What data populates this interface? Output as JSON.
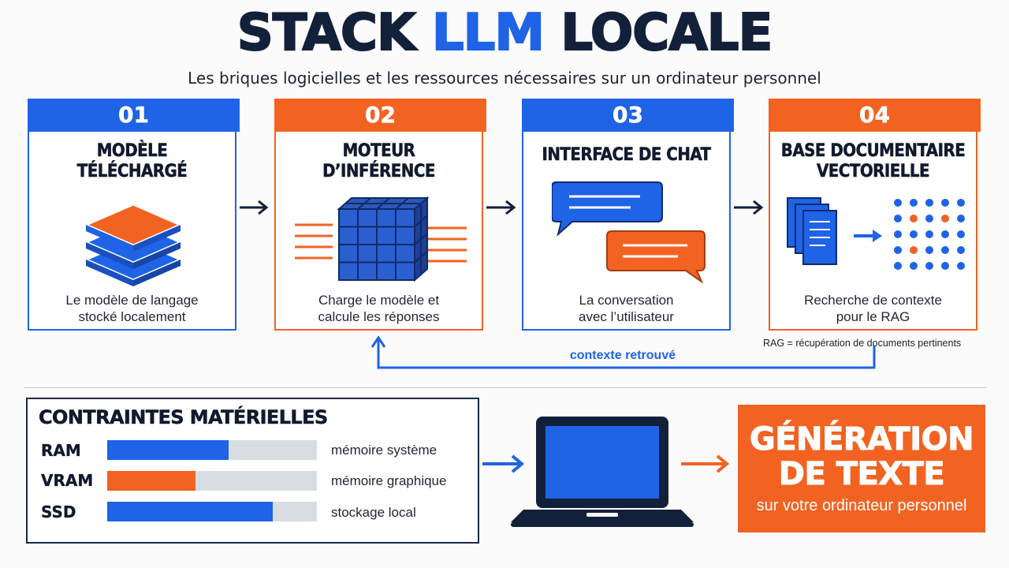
{
  "header": {
    "title_part1": "STACK",
    "title_part2": "LLM",
    "title_part3": "LOCALE",
    "subtitle": "Les briques logicielles et les ressources nécessaires sur un ordinateur personnel"
  },
  "steps": [
    {
      "number": "01",
      "title_line1": "MODÈLE",
      "title_line2": "TÉLÉCHARGÉ",
      "desc_line1": "Le modèle de langage",
      "desc_line2": "stocké localement",
      "icon": "layers-icon",
      "color": "#1f63e6"
    },
    {
      "number": "02",
      "title_line1": "MOTEUR",
      "title_line2": "D’INFÉRENCE",
      "desc_line1": "Charge le modèle et",
      "desc_line2": "calcule les réponses",
      "icon": "cube-grid-icon",
      "color": "#f26322"
    },
    {
      "number": "03",
      "title_line1": "INTERFACE DE CHAT",
      "title_line2": "",
      "desc_line1": "La conversation",
      "desc_line2": "avec l’utilisateur",
      "icon": "chat-bubbles-icon",
      "color": "#1f63e6"
    },
    {
      "number": "04",
      "title_line1": "BASE DOCUMENTAIRE",
      "title_line2": "VECTORIELLE",
      "desc_line1": "Recherche de contexte",
      "desc_line2": "pour le RAG",
      "icon": "documents-to-vectors-icon",
      "color": "#f26322"
    }
  ],
  "rag_note": "RAG = récupération de documents pertinents",
  "feedback_label": "contexte retrouvé",
  "hardware": {
    "title": "CONTRAINTES MATÉRIELLES",
    "rows": [
      {
        "label": "RAM",
        "level": 0.58,
        "desc": "mémoire système",
        "color": "#1f63e6"
      },
      {
        "label": "VRAM",
        "level": 0.42,
        "desc": "mémoire graphique",
        "color": "#f26322"
      },
      {
        "label": "SSD",
        "level": 0.79,
        "desc": "stockage local",
        "color": "#1f63e6"
      }
    ]
  },
  "output": {
    "title_line1": "GÉNÉRATION",
    "title_line2": "DE TEXTE",
    "subtitle": "sur votre ordinateur personnel",
    "icon": "laptop-icon"
  },
  "colors": {
    "blue": "#1f63e6",
    "orange": "#f26322",
    "navy": "#13203a"
  }
}
